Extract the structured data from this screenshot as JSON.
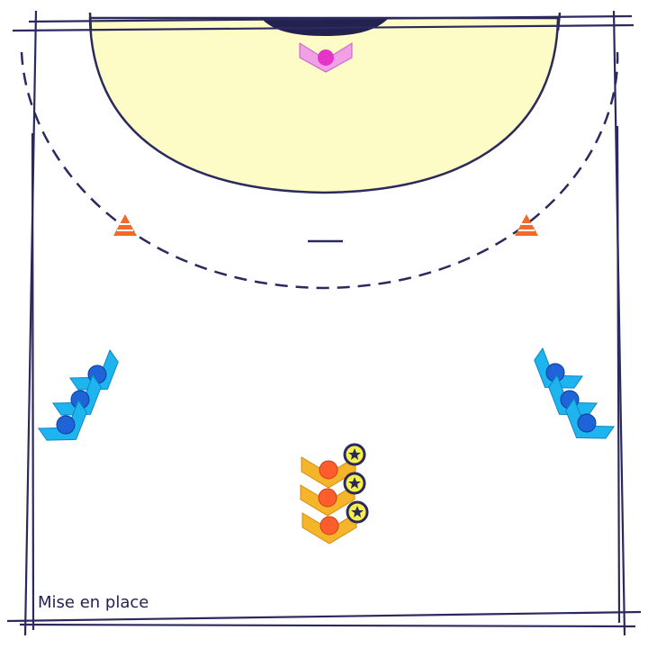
{
  "caption": "Mise en place",
  "colors": {
    "court_line": "#2b2a5e",
    "goal_area_fill": "#fdfbc6",
    "goal": "#23224f",
    "goalkeeper_body": "#f2a0e6",
    "goalkeeper_head": "#e633c8",
    "cone": "#f06a2a",
    "defender_body": "#1eb4f0",
    "defender_head": "#1f63d8",
    "attacker_body": "#f5b52a",
    "attacker_head": "#ff5e2c",
    "ball_fill": "#f7f04a",
    "ball_ring": "#2b2a5e"
  },
  "icons": {
    "goalkeeper": "goalkeeper-icon",
    "defender": "defender-player-icon",
    "attacker": "attacker-player-icon",
    "ball": "handball-ball-icon",
    "cone": "cone-icon"
  },
  "players": {
    "goalkeeper_count": 1,
    "left_defenders": 3,
    "right_defenders": 3,
    "attackers_with_ball": 3,
    "cones": 2
  }
}
